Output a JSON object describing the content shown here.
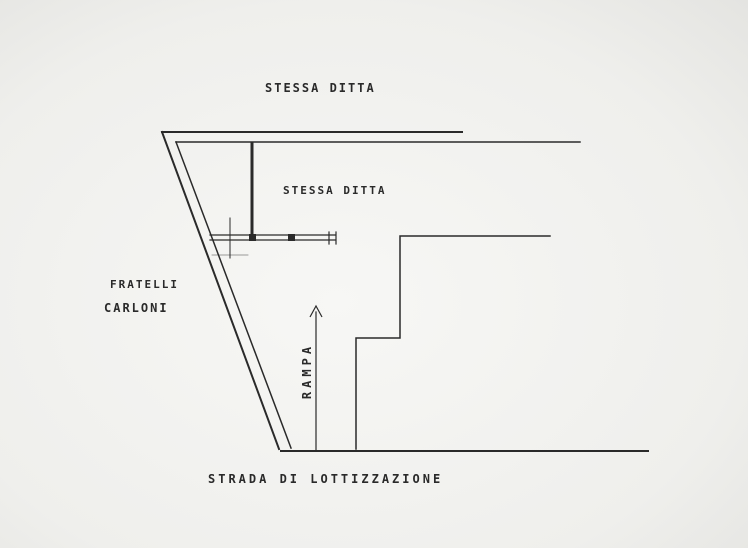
{
  "labels": {
    "north_neighbor": "STESSA DITTA",
    "inner_neighbor": "STESSA DITTA",
    "west_neighbor_line1": "FRATELLI",
    "west_neighbor_line2": "CARLONI",
    "road": "STRADA  DI  LOTTIZZAZIONE",
    "ramp": "RAMPA"
  },
  "colors": {
    "ink": "#2a2a2a",
    "paper": "#f1f1ef"
  }
}
